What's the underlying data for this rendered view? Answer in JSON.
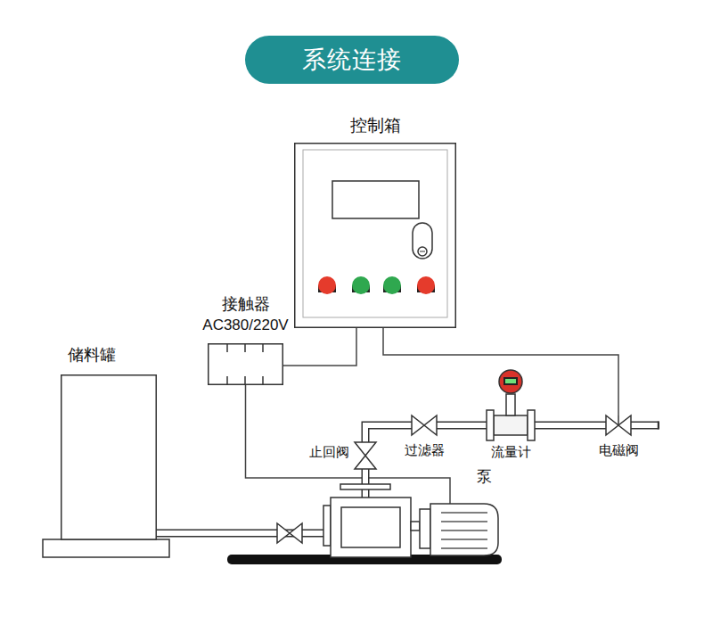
{
  "diagram": {
    "title": "系统连接",
    "nodes": [
      {
        "text": [
          "控制箱"
        ]
      },
      {
        "text": [
          "接触器",
          "AC380/220V"
        ]
      },
      {
        "text": [
          "储料罐"
        ]
      },
      {
        "text": [
          "泵"
        ]
      },
      {
        "text": [
          "止回阀"
        ]
      },
      {
        "text": [
          "过滤器"
        ]
      },
      {
        "text": [
          "流量计"
        ]
      },
      {
        "text": [
          "电磁阀"
        ]
      }
    ],
    "edges": [
      {
        "from": 0,
        "to": 1,
        "arrow": "none"
      },
      {
        "from": 0,
        "to": 7,
        "arrow": "none"
      },
      {
        "from": 1,
        "to": 3,
        "arrow": "none"
      },
      {
        "from": 2,
        "to": 3,
        "arrow": "none"
      },
      {
        "from": 3,
        "to": 4,
        "arrow": "none"
      },
      {
        "from": 4,
        "to": 5,
        "arrow": "none"
      },
      {
        "from": 5,
        "to": 6,
        "arrow": "none"
      },
      {
        "from": 6,
        "to": 7,
        "arrow": "none"
      }
    ]
  }
}
